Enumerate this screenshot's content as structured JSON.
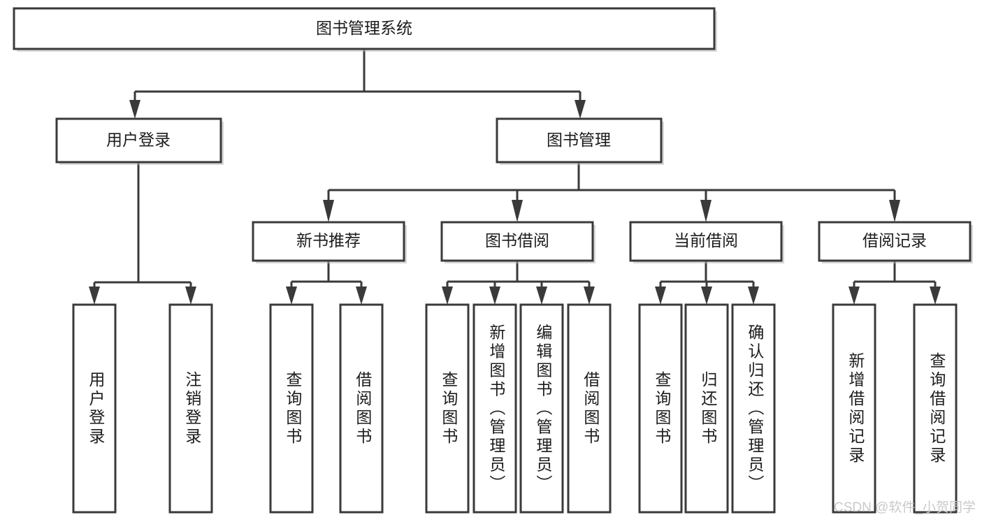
{
  "diagram": {
    "title": "图书管理系统",
    "type": "tree-hierarchy-chart",
    "colors": {
      "stroke": "#3a3a3a",
      "fill": "#ffffff",
      "text": "#1c1c1c",
      "shadow": "#b8b8b8",
      "watermark": "#c9c9c9",
      "background": "#ffffff"
    },
    "root": {
      "label": "图书管理系统"
    },
    "level2": [
      {
        "label": "用户登录"
      },
      {
        "label": "图书管理"
      }
    ],
    "level3": [
      {
        "label": "新书推荐"
      },
      {
        "label": "图书借阅"
      },
      {
        "label": "当前借阅"
      },
      {
        "label": "借阅记录"
      }
    ],
    "leaves": {
      "user_login": [
        {
          "label": "用户登录"
        },
        {
          "label": "注销登录"
        }
      ],
      "new_book_recommend": [
        {
          "label": "查询图书"
        },
        {
          "label": "借阅图书"
        }
      ],
      "book_borrow": [
        {
          "label": "查询图书"
        },
        {
          "label": "新增图书（管理员）"
        },
        {
          "label": "编辑图书（管理员）"
        },
        {
          "label": "借阅图书"
        }
      ],
      "current_borrow": [
        {
          "label": "查询图书"
        },
        {
          "label": "归还图书"
        },
        {
          "label": "确认归还（管理员）"
        }
      ],
      "borrow_record": [
        {
          "label": "新增借阅记录"
        },
        {
          "label": "查询借阅记录"
        }
      ]
    }
  },
  "watermark": {
    "text": "CSDN @软件_小贺同学"
  }
}
